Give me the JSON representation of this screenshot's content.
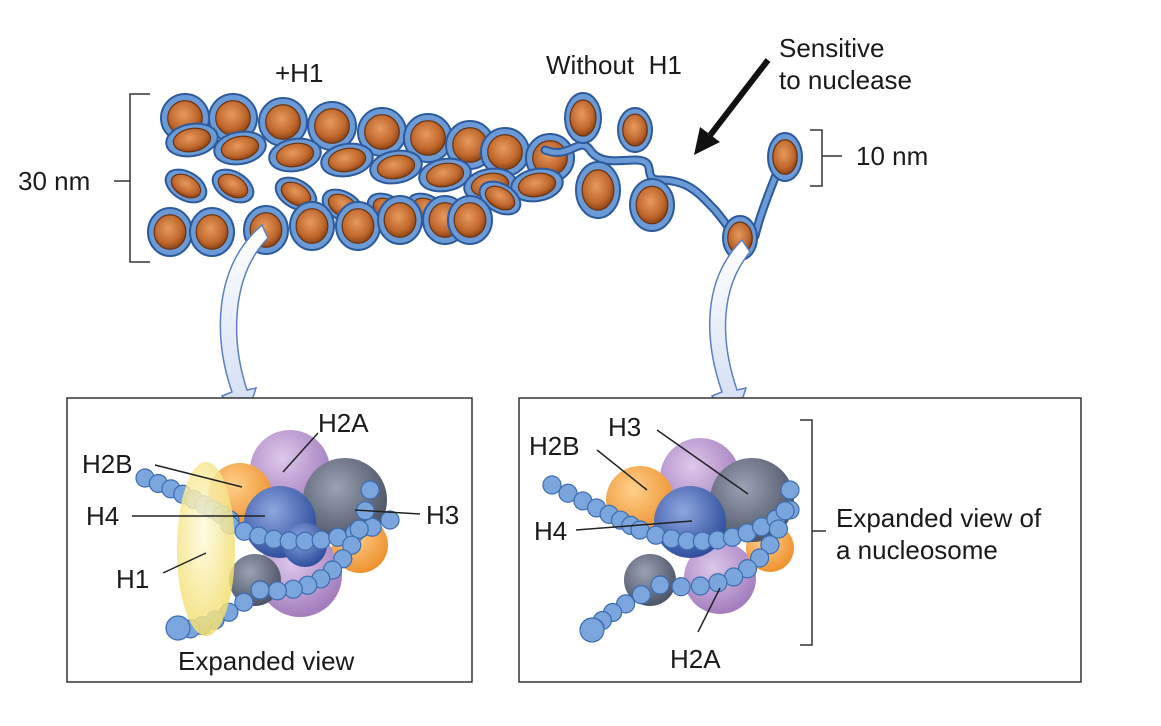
{
  "top": {
    "plus_h1": "+H1",
    "without_h1": "Without  H1",
    "sensitive_line1": "Sensitive",
    "sensitive_line2": "to nuclease",
    "thirty_nm": "30 nm",
    "ten_nm": "10 nm"
  },
  "left_panel": {
    "h2a": "H2A",
    "h2b": "H2B",
    "h4": "H4",
    "h3": "H3",
    "h1": "H1",
    "caption": "Expanded view"
  },
  "right_panel": {
    "h3": "H3",
    "h2b": "H2B",
    "h4": "H4",
    "h2a": "H2A",
    "caption_line1": "Expanded view of",
    "caption_line2": "a nucleosome"
  },
  "colors": {
    "dna_blue": "#6b9bd6",
    "dna_outline": "#2c5a9c",
    "core_orange": "#c0672c",
    "h1_yellow": "#f3e37a",
    "h2a_purple": "#a57cbf",
    "h2b_orange": "#f2a23e",
    "h3_gray": "#5d6577",
    "h4_blue": "#3f5fae"
  }
}
